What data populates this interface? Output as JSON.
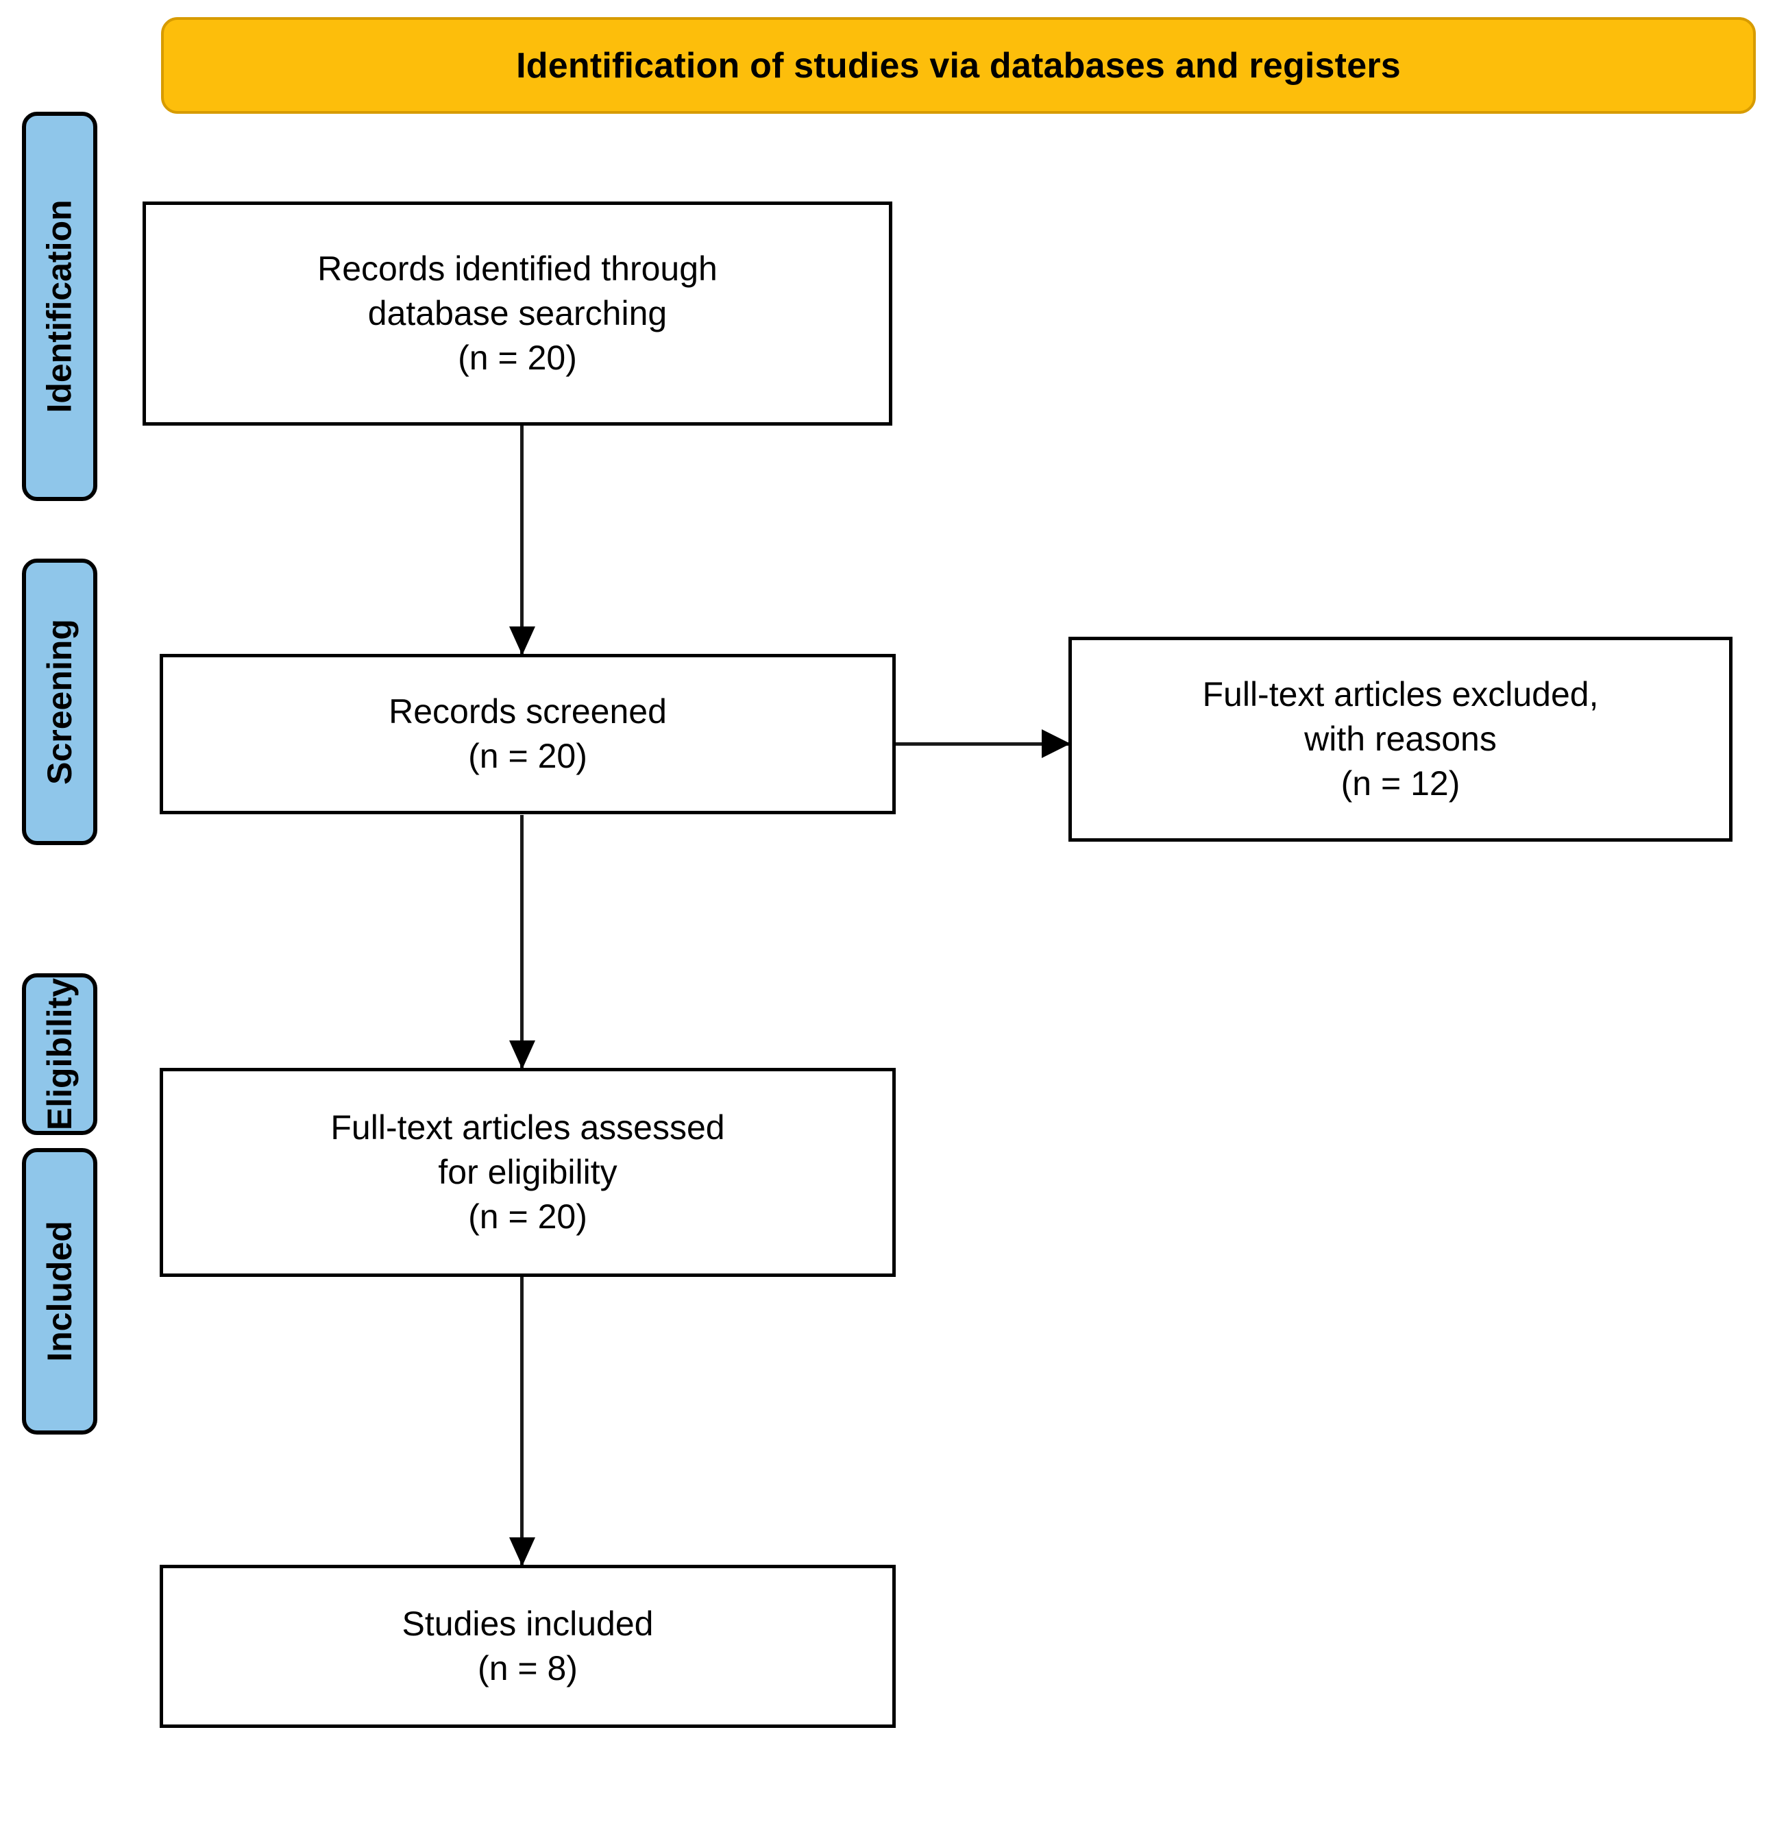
{
  "banner": {
    "title": "Identification of studies via databases and registers",
    "fill_color": "#FDBE0B",
    "border_color": "#D79B00"
  },
  "stages": {
    "fill_color": "#8FC6EA",
    "border_color": "#000000",
    "items": [
      {
        "id": "identification",
        "label": "Identification"
      },
      {
        "id": "screening",
        "label": "Screening"
      },
      {
        "id": "eligibility",
        "label": "Eligibility"
      },
      {
        "id": "included",
        "label": "Included"
      }
    ]
  },
  "boxes": {
    "records_identified": {
      "line1": "Records identified through",
      "line2": "database searching",
      "line3": "(n = 20)",
      "count": 20
    },
    "records_screened": {
      "line1": "Records screened",
      "line2": "(n = 20)",
      "count": 20
    },
    "excluded": {
      "line1": "Full-text articles excluded,",
      "line2": "with reasons",
      "line3": "(n = 12)",
      "count": 12
    },
    "fulltext_assessed": {
      "line1": "Full-text articles assessed",
      "line2": "for eligibility",
      "line3": "(n = 20)",
      "count": 20
    },
    "studies_included": {
      "line1": "Studies included",
      "line2": "(n = 8)",
      "count": 8
    }
  }
}
